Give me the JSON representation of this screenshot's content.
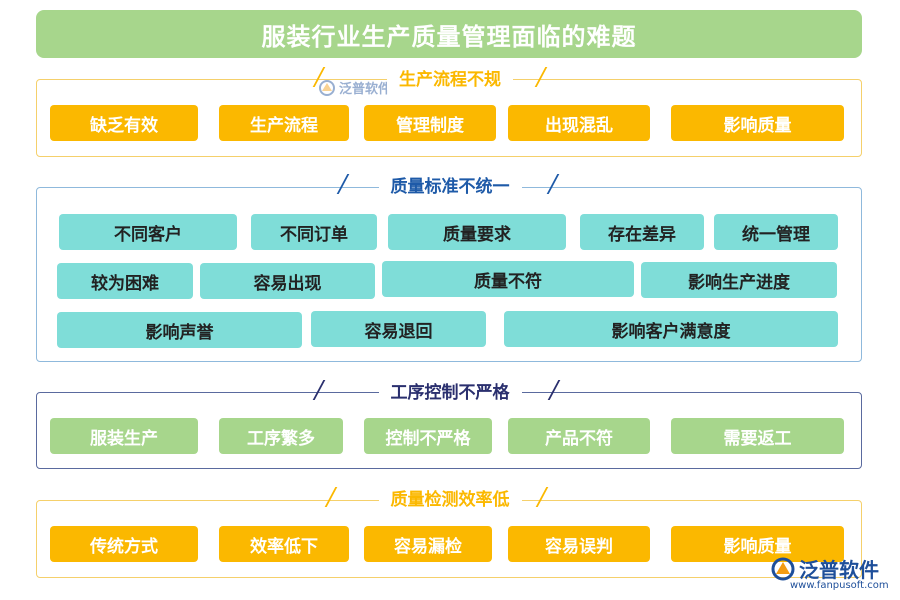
{
  "title": "服装行业生产质量管理面临的难题",
  "sections": [
    {
      "title": "生产流程不规",
      "color": "#fbb800",
      "items": [
        "缺乏有效",
        "生产流程",
        "管理制度",
        "出现混乱",
        "影响质量"
      ]
    },
    {
      "title": "质量标准不统一",
      "color": "#1e5aa8",
      "items": [
        "不同客户",
        "不同订单",
        "质量要求",
        "存在差异",
        "统一管理",
        "较为困难",
        "容易出现",
        "质量不符",
        "影响生产进度",
        "影响声誉",
        "容易退回",
        "影响客户满意度"
      ]
    },
    {
      "title": "工序控制不严格",
      "color": "#2a2f6e",
      "items": [
        "服装生产",
        "工序繁多",
        "控制不严格",
        "产品不符",
        "需要返工"
      ]
    },
    {
      "title": "质量检测效率低",
      "color": "#fbb800",
      "items": [
        "传统方式",
        "效率低下",
        "容易漏检",
        "容易误判",
        "影响质量"
      ]
    }
  ],
  "watermark": {
    "brand": "泛普软件",
    "url": "www.fanpusoft.com",
    "icon": "fanpu-logo-icon"
  }
}
